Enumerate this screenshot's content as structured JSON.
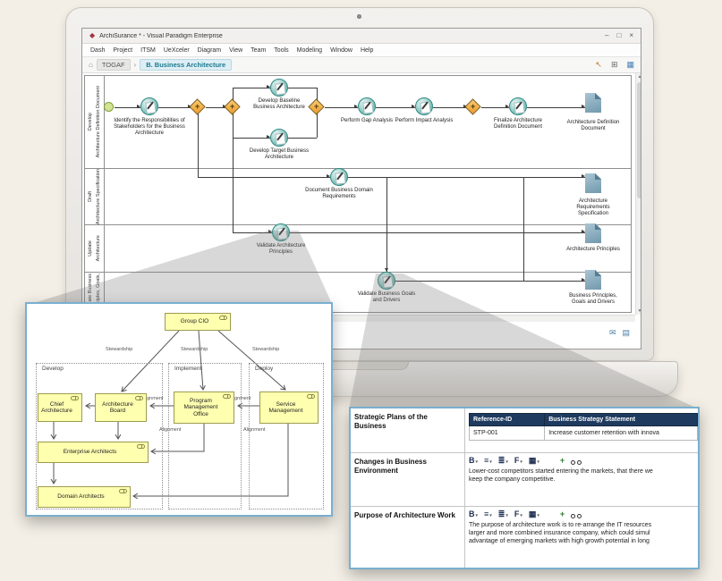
{
  "colors": {
    "accent_teal": "#3f9f99",
    "gateway_orange": "#ec9c2b",
    "document_blue": "#7299ad",
    "role_yellow": "#ffffb0",
    "table_header_navy": "#1f3a5f",
    "panel_border_blue": "#79afd0"
  },
  "icons": {
    "palette": [
      "#3fae49",
      "#e2574c",
      "#f4b63f",
      "#4472c4"
    ]
  },
  "window": {
    "title": "ArchiSurance * - Visual Paradigm Enterprise",
    "logo_glyph": "◆",
    "controls": {
      "minimize": "–",
      "maximize": "□",
      "close": "×"
    },
    "menu": [
      "Dash",
      "Project",
      "ITSM",
      "UeXceler",
      "Diagram",
      "View",
      "Team",
      "Tools",
      "Modeling",
      "Window",
      "Help"
    ],
    "breadcrumb": {
      "home": "⌂",
      "root": "TOGAF",
      "separator": "›",
      "current": "B. Business Architecture"
    },
    "quickbar": {
      "pointer": "↖",
      "fit": "⊞",
      "grid": "▦"
    },
    "status": {
      "mail": "✉",
      "panel": "▤"
    },
    "scroll": {
      "up": "▲",
      "down": "▼"
    }
  },
  "bpmn": {
    "lanes": [
      {
        "title": "Develop",
        "subtitle": "Architecture Definition Document"
      },
      {
        "title": "Draft",
        "subtitle": "Architecture Specification"
      },
      {
        "title": "Update",
        "subtitle": "Architecture"
      },
      {
        "title": "Update Business",
        "subtitle": "Principles, Goals,"
      }
    ],
    "gateway_symbol": "+",
    "tasks": {
      "identify": "Identify the Responsibilities of Stakeholders for the Business Architecture",
      "baseline": "Develop Baseline Business Architecture",
      "target": "Develop Target Business Architecture",
      "gap": "Perform Gap Analysis",
      "impact": "Perform Impact Analysis",
      "finalize": "Finalize Architecture Definition Document",
      "document_req": "Document Business Domain Requirements",
      "validate_principles": "Validate Architecture Principles",
      "validate_goals": "Validate Business Goals and Drivers"
    },
    "documents": {
      "definition": "Architecture Definition Document",
      "requirements": "Architecture Requirements Specification",
      "principles": "Architecture Principles",
      "goals": "Business Principles, Goals and Drivers"
    }
  },
  "archimate": {
    "cio": "Group CIO",
    "stewardship": "Stewardship",
    "alignment": "Alignment",
    "groups": {
      "develop": "Develop",
      "implement": "Implement",
      "deploy": "Deploy"
    },
    "roles": {
      "chief": "Chief Architecture",
      "board": "Architecture Board",
      "pmo": "Program Management Office",
      "service": "Service Management",
      "enterprise": "Enterprise Architects",
      "domain": "Domain Architects"
    }
  },
  "form": {
    "toolbar": {
      "bold": "B",
      "align": "≡",
      "list": "≣",
      "font": "F",
      "table": "▦",
      "caret": "▾",
      "plus": "+"
    },
    "rows": {
      "strategic": {
        "label": "Strategic Plans of the Business",
        "table": {
          "headers": [
            "Reference-ID",
            "Business Strategy Statement"
          ],
          "cells": [
            "STP-001",
            "Increase customer retention with innova"
          ]
        }
      },
      "changes": {
        "label": "Changes in Business Environment",
        "lines": [
          "Lower-cost competitors started entering the markets, that there we",
          "keep the company competitive."
        ]
      },
      "purpose": {
        "label": "Purpose of Architecture Work",
        "lines": [
          "The purpose of architecture work is to re-arrange the IT resources",
          "larger and more combined insurance company, which could simul",
          "advantage of emerging markets with high growth potential in long"
        ]
      }
    }
  }
}
